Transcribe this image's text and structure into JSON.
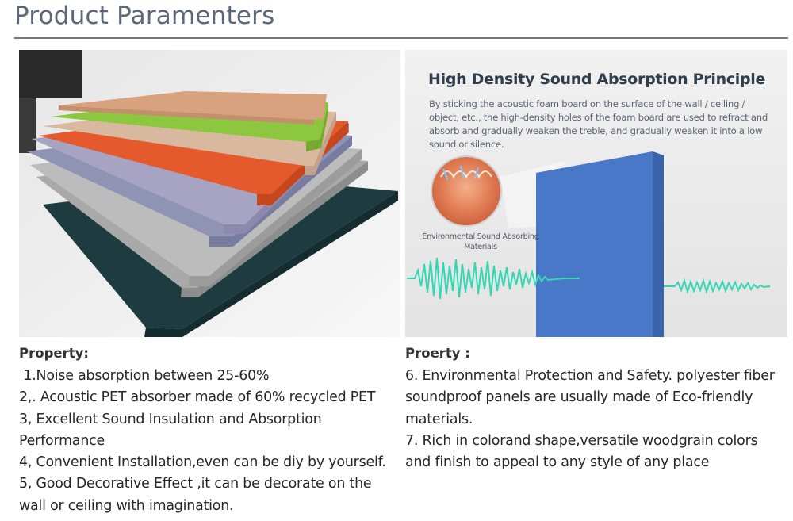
{
  "page": {
    "title": "Product Paramenters"
  },
  "diagram": {
    "heading": "High Density Sound Absorption Principle",
    "description": "By sticking the acoustic foam board on the surface of the wall / ceiling / object, etc., the high-density holes of the foam board are used to refract and absorb and gradually weaken the treble, and gradually weaken it into a low sound or silence.",
    "caption": "Environmental Sound Absorbing Materials",
    "colors": {
      "panel": "#4a78c8",
      "wave": "#35d6b4"
    }
  },
  "photo": {
    "panel_colors": [
      "#1e3c40",
      "#a9a9a9",
      "#bcbcbc",
      "#c7c5c2",
      "#8f94b5",
      "#a7a3c3",
      "#e55a2c",
      "#d9b8a0",
      "#8dc63f",
      "#d9a27f"
    ]
  },
  "left_column": {
    "heading": "Property:",
    "items": [
      " 1.Noise absorption between 25-60%",
      "2,. Acoustic PET absorber made of 60% recycled PET",
      "3, Excellent Sound Insulation and Absorption Performance",
      "4, Convenient Installation,even can be diy by yourself.",
      "5, Good Decorative Effect ,it can be decorate on the wall or ceiling with imagination."
    ]
  },
  "right_column": {
    "heading": "Proerty :",
    "items": [
      "6. Environmental Protection and Safety. polyester fiber soundproof panels are usually made of Eco-friendly materials.",
      "7. Rich in colorand shape,versatile woodgrain colors and finish to appeal to any style of any place"
    ]
  }
}
